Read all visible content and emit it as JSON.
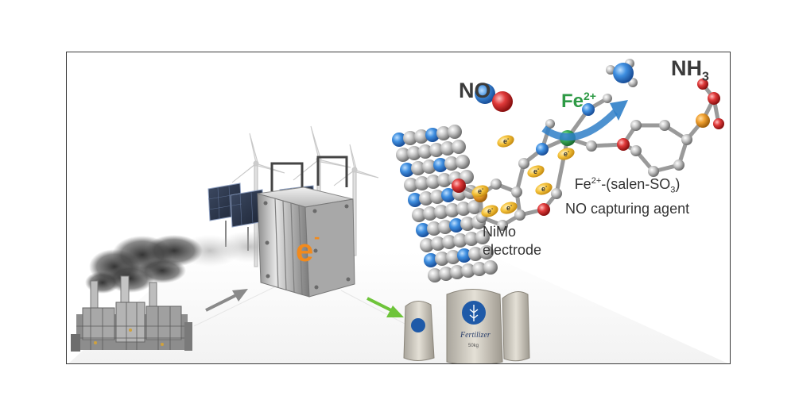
{
  "labels": {
    "no": "NO",
    "nh3_main": "NH",
    "nh3_sub": "3",
    "fe_main": "Fe",
    "fe_sup": "2+",
    "agent_fe": "Fe",
    "agent_charge": "2+",
    "agent_ligand_a": "-(salen-SO",
    "agent_ligand_sub": "3",
    "agent_ligand_b": ")",
    "agent_line2": "NO capturing agent",
    "electrode_line1": "NiMo",
    "electrode_line2": "electrode",
    "battery_charge": "e",
    "battery_minus": "-",
    "electron": "e",
    "electron_minus": "-",
    "bag_text": "Fertilizer",
    "bag_subtext": "50kg"
  },
  "colors": {
    "fe": "#2e9a45",
    "nitrogen": "#2a78d8",
    "oxygen": "#d8262b",
    "electron": "#f0b429",
    "arrow_green": "#6ec43a",
    "arrow_grey": "#8a8a8a",
    "curved_arrow": "#2f7fc8"
  }
}
